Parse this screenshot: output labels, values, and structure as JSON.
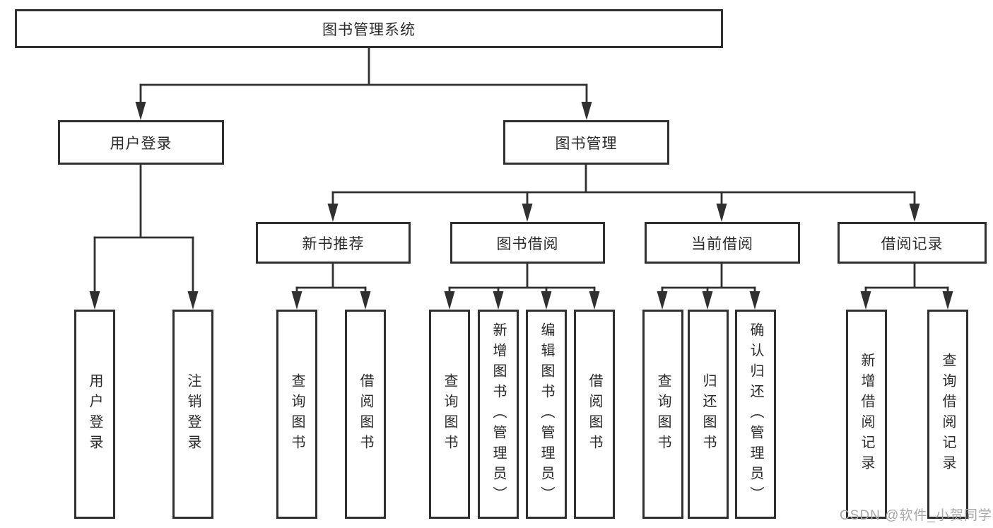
{
  "colors": {
    "line": "#303030",
    "box_border": "#303030",
    "box_background": "#ffffff",
    "text": "#2b2b2b",
    "watermark_text": "#a8a8a8"
  },
  "watermark": {
    "text": "CSDN @软件_小贺同学"
  },
  "nodes": {
    "root": {
      "label": "图书管理系统"
    },
    "user_login": {
      "label": "用户登录"
    },
    "book_management": {
      "label": "图书管理"
    },
    "new_book_recommend": {
      "label": "新书推荐"
    },
    "book_borrowing": {
      "label": "图书借阅"
    },
    "current_borrowing": {
      "label": "当前借阅"
    },
    "borrowing_records": {
      "label": "借阅记录"
    },
    "leaf_user_login": {
      "label": "用户登录"
    },
    "leaf_logout": {
      "label": "注销登录"
    },
    "leaf_rec_query_books": {
      "label": "查询图书"
    },
    "leaf_rec_borrow_books": {
      "label": "借阅图书"
    },
    "leaf_bb_query_books": {
      "label": "查询图书"
    },
    "leaf_bb_add_books": {
      "label": "新增图书（管理员）"
    },
    "leaf_bb_edit_books": {
      "label": "编辑图书（管理员）"
    },
    "leaf_bb_borrow_books": {
      "label": "借阅图书"
    },
    "leaf_cb_query_books": {
      "label": "查询图书"
    },
    "leaf_cb_return_books": {
      "label": "归还图书"
    },
    "leaf_cb_confirm_return": {
      "label": "确认归还（管理员）"
    },
    "leaf_br_add_record": {
      "label": "新增借阅记录"
    },
    "leaf_br_query_record": {
      "label": "查询借阅记录"
    }
  }
}
